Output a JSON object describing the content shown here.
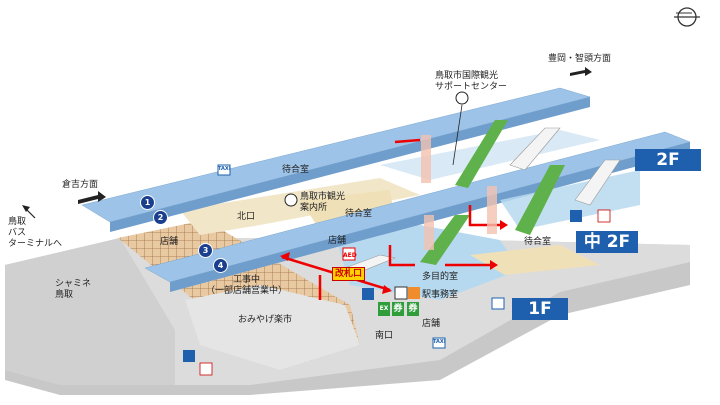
{
  "floors": {
    "f2": "2F",
    "fm2": "中 2F",
    "f1": "1F"
  },
  "labels": {
    "kurayoshi": "倉吉方面",
    "toyooka": "豊岡・智頭方面",
    "bus_terminal": [
      "鳥取",
      "バス",
      "ターミナルへ"
    ],
    "shamine": [
      "シャミネ",
      "鳥取"
    ],
    "tourist_support": [
      "鳥取市国際観光",
      "サポートセンター"
    ],
    "tourist_info": [
      "鳥取市観光",
      "案内所"
    ],
    "waiting_room": "待合室",
    "north_exit": "北口",
    "south_exit": "南口",
    "shop": "店舗",
    "construction": [
      "工事中",
      "（一部店舗営業中）"
    ],
    "omiyage": "おみやげ楽市",
    "ticket_gate": "改札口",
    "multipurpose": "多目的室",
    "station_office": "駅事務室",
    "tickets": "券",
    "ex": "EX",
    "aed": "AED",
    "taxi": "TAXI"
  },
  "platforms": [
    "1",
    "2",
    "3",
    "4"
  ]
}
